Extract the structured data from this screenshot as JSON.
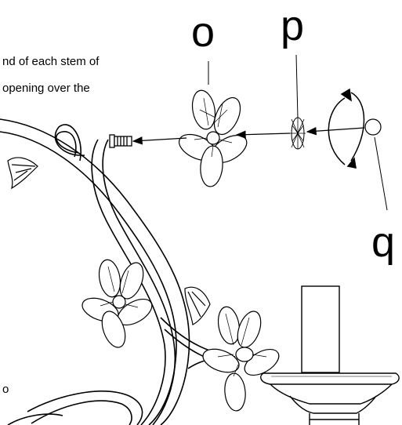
{
  "instructions": {
    "line1": "nd of each stem of",
    "line2": "opening over the",
    "line3": "o"
  },
  "labels": {
    "o": "o",
    "p": "p",
    "q": "q"
  },
  "colors": {
    "ink": "#000000",
    "paper": "#ffffff"
  }
}
